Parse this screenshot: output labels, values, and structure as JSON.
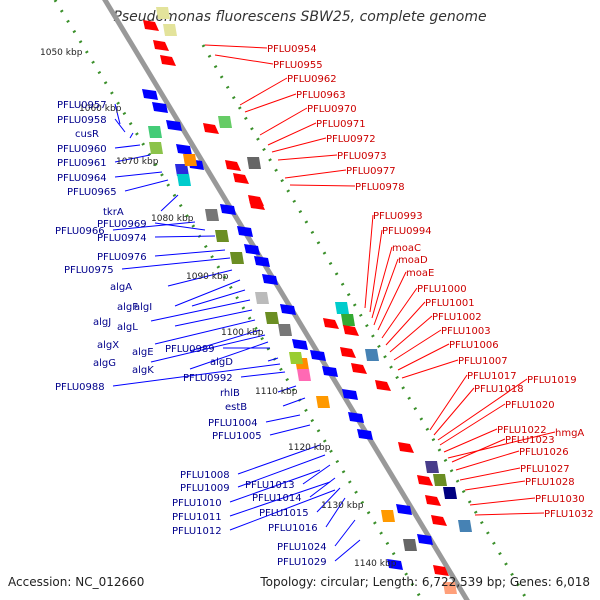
{
  "title": "Pseudomonas fluorescens SBW25, complete genome",
  "footer": {
    "accession": "Accession: NC_012660",
    "stats": "Topology: circular; Length: 6,722,539 bp; Genes: 6,018"
  },
  "colors": {
    "forward": "#ff0000",
    "reverse": "#0000ff",
    "backbone": "#999999",
    "ruler": "#3a8f2a"
  },
  "ruler_labels": [
    "1050 kbp",
    "1060 kbp",
    "1070 kbp",
    "1080 kbp",
    "1090 kbp",
    "1100 kbp",
    "1110 kbp",
    "1120 kbp",
    "1130 kbp",
    "1140 kbp"
  ],
  "left_labels": [
    "PFLU0957",
    "PFLU0958",
    "cusR",
    "PFLU0960",
    "PFLU0961",
    "PFLU0964",
    "PFLU0965",
    "tkrA",
    "PFLU0966",
    "PFLU0969",
    "PFLU0974",
    "PFLU0976",
    "PFLU0975",
    "algA",
    "algF",
    "algI",
    "algJ",
    "algL",
    "algX",
    "algE",
    "algG",
    "algK",
    "PFLU0989",
    "algD",
    "PFLU0988",
    "PFLU0992",
    "rhlB",
    "estB",
    "PFLU1004",
    "PFLU1005",
    "PFLU1008",
    "PFLU1009",
    "PFLU1013",
    "PFLU1014",
    "PFLU1010",
    "PFLU1015",
    "PFLU1011",
    "PFLU1016",
    "PFLU1012",
    "PFLU1024",
    "PFLU1029"
  ],
  "right_labels": [
    "PFLU0954",
    "PFLU0955",
    "PFLU0962",
    "PFLU0963",
    "PFLU0970",
    "PFLU0971",
    "PFLU0972",
    "PFLU0973",
    "PFLU0977",
    "PFLU0978",
    "PFLU0993",
    "PFLU0994",
    "moaC",
    "moaD",
    "moaE",
    "PFLU1000",
    "PFLU1001",
    "PFLU1002",
    "PFLU1003",
    "PFLU1006",
    "PFLU1007",
    "PFLU1017",
    "PFLU1018",
    "PFLU1019",
    "PFLU1020",
    "PFLU1022",
    "hmgA",
    "PFLU1023",
    "PFLU1026",
    "PFLU1027",
    "PFLU1028",
    "PFLU1030",
    "PFLU1032"
  ]
}
